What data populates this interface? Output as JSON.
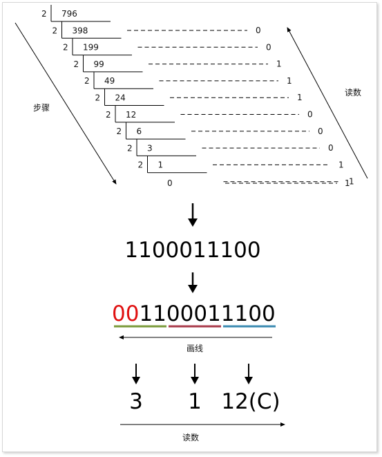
{
  "division": {
    "divisor": "2",
    "rows": [
      {
        "quotient": "796",
        "remainder": "0"
      },
      {
        "quotient": "398",
        "remainder": "0"
      },
      {
        "quotient": "199",
        "remainder": "1"
      },
      {
        "quotient": "99",
        "remainder": "1"
      },
      {
        "quotient": "49",
        "remainder": "1"
      },
      {
        "quotient": "24",
        "remainder": "0"
      },
      {
        "quotient": "12",
        "remainder": "0"
      },
      {
        "quotient": "6",
        "remainder": "0"
      },
      {
        "quotient": "3",
        "remainder": "1"
      },
      {
        "quotient": "1",
        "remainder": "1"
      }
    ],
    "final_quotient": "0",
    "final_remainder": "1",
    "steps_label": "步骤",
    "read_label": "读数"
  },
  "binary": {
    "value": "1100011100",
    "padding": "00",
    "padded_rest": "1100011100",
    "draw_line_label": "画线",
    "group_colors": [
      "#7a9a3a",
      "#a83a4a",
      "#3a8ab0"
    ],
    "pad_color": "#e01010"
  },
  "result": {
    "groups": [
      "3",
      "1",
      "12(C)"
    ],
    "read_label": "读数"
  },
  "colors": {
    "line": "#000000"
  }
}
